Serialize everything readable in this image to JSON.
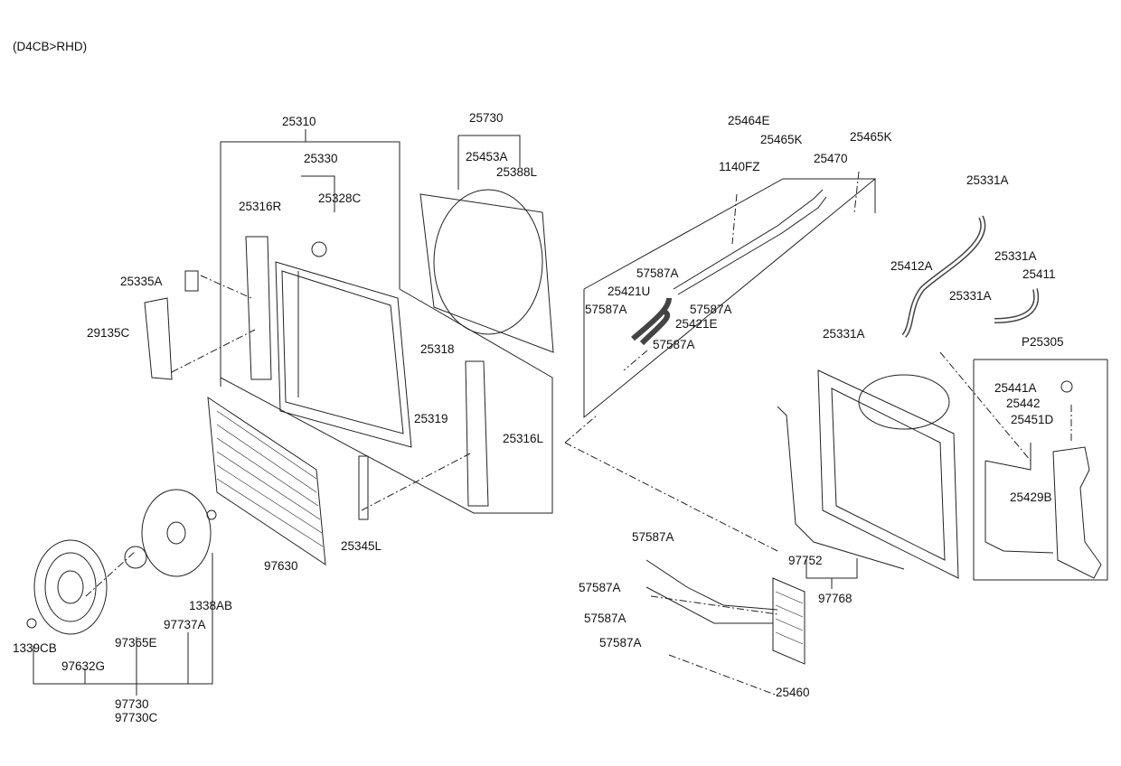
{
  "header": "(D4CB>RHD)",
  "labels": [
    "25310",
    "25730",
    "25464E",
    "25465K",
    "25465K",
    "1140FZ",
    "25470",
    "25331A",
    "25330",
    "25453A",
    "25388L",
    "25328C",
    "25316R",
    "25335A",
    "29135C",
    "57587A",
    "25421U",
    "57587A",
    "57587A",
    "25421E",
    "57587A",
    "25412A",
    "25331A",
    "25411",
    "25331A",
    "25331A",
    "P25305",
    "25318",
    "25319",
    "25316L",
    "25441A",
    "25442",
    "25451D",
    "25429B",
    "25345L",
    "97630",
    "57587A",
    "97752",
    "57587A",
    "97768",
    "1338AB",
    "57587A",
    "97737A",
    "1339CB",
    "97365E",
    "57587A",
    "97632G",
    "25460",
    "97730",
    "97730C"
  ]
}
